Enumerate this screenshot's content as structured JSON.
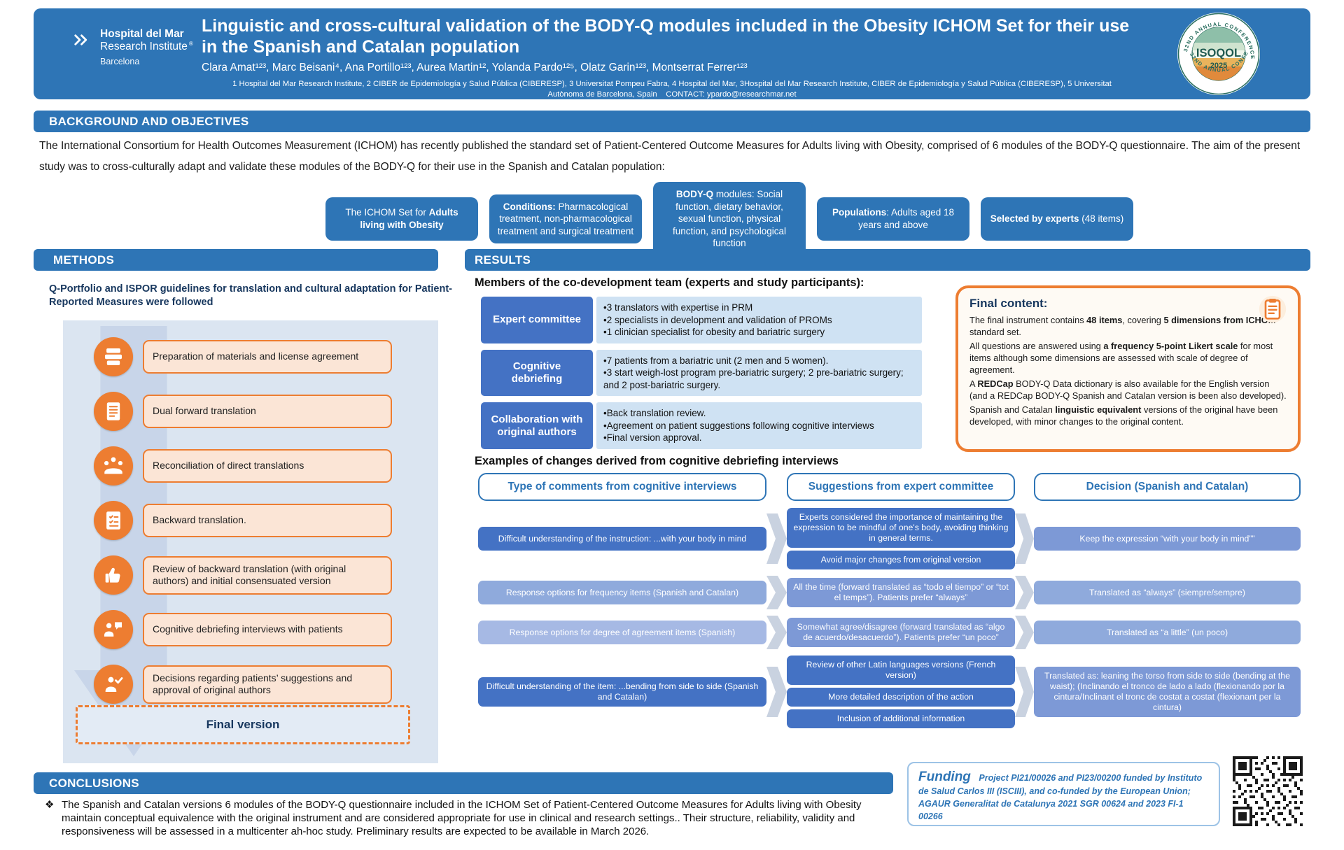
{
  "colors": {
    "main_blue": "#2e75b6",
    "dark_cell": "#4472c4",
    "medium_cell": "#7d99d6",
    "light_cell": "#8faadc",
    "orange": "#ed7d31",
    "panel_blue": "#dbe5f1",
    "step_fill": "#fbe5d6"
  },
  "header": {
    "logo": {
      "line1": "Hospital del Mar",
      "line2": "Research Institute",
      "reg": "®",
      "city": "Barcelona"
    },
    "title": "Linguistic and cross-cultural validation of the BODY-Q modules included in the Obesity ICHOM Set for their use in the Spanish and Catalan population",
    "authors": "Clara Amat¹²³, Marc Beisani⁴, Ana Portillo¹²³, Aurea Martin¹², Yolanda Pardo¹²⁵, Olatz Garin¹²³, Montserrat Ferrer¹²³",
    "affiliations_line1": "1 Hospital del Mar Research Institute, 2 CIBER de Epidemiología y Salud Pública (CIBERESP), 3 Universitat Pompeu Fabra, 4 Hospital del Mar, 3Hospital del Mar Research Institute, CIBER de Epidemiología y Salud Pública (CIBERESP), 5 Universitat",
    "affiliations_line2": "Autònoma de Barcelona, Spain    CONTACT: ypardo@researchmar.net",
    "badge": {
      "arc_top": "32ND ANNUAL CONFERENCE",
      "name": "ISOQOL",
      "year": "2025",
      "arc_bottom": "32ND ANNUAL CONFERENCE"
    }
  },
  "background": {
    "heading": "BACKGROUND AND OBJECTIVES",
    "text": "The International Consortium for Health Outcomes Measurement (ICHOM) has recently published the standard set of Patient-Centered Outcome Measures for Adults living with Obesity, comprised of 6 modules of the BODY-Q questionnaire. The aim of the present study was to cross-culturally adapt and validate these modules of the BODY-Q for their use in the Spanish and Catalan population:",
    "boxes": [
      {
        "pre": "The ICHOM Set for ",
        "bold": "Adults living with Obesity",
        "post": ""
      },
      {
        "pre": "",
        "bold": "Conditions:",
        "post": " Pharmacological treatment, non-pharmacological treatment and surgical treatment"
      },
      {
        "pre": "",
        "bold": "BODY-Q",
        "post": " modules: Social function, dietary behavior, sexual function, physical function, and psychological function"
      },
      {
        "pre": "",
        "bold": "Populations",
        "post": ": Adults aged 18 years and above"
      },
      {
        "pre": "",
        "bold": "Selected by experts",
        "post": " (48 items)"
      }
    ]
  },
  "methods": {
    "heading": "METHODS",
    "intro": "Q-Portfolio and ISPOR guidelines for translation and cultural adaptation for Patient-Reported Measures were followed",
    "steps": [
      {
        "icon": "books-icon",
        "label": "Preparation of materials and license agreement"
      },
      {
        "icon": "document-icon",
        "label": "Dual forward translation"
      },
      {
        "icon": "reconciliation-meeting-icon",
        "label": "Reconciliation of direct translations"
      },
      {
        "icon": "checklist-icon",
        "label": "Backward translation."
      },
      {
        "icon": "review-hand-icon",
        "label": "Review of backward translation (with original authors) and initial consensuated version"
      },
      {
        "icon": "interview-people-icon",
        "label": "Cognitive debriefing interviews with patients"
      },
      {
        "icon": "approval-person-icon",
        "label": "Decisions regarding patients’ suggestions and approval of original authors"
      }
    ],
    "final_label": "Final version"
  },
  "results": {
    "heading": "RESULTS",
    "team_title": "Members of the co-development team (experts and study participants):",
    "team": [
      {
        "label": "Expert committee",
        "items": [
          "3 translators with expertise in PRM",
          "2 specialists in development and validation of PROMs",
          "1 clinician specialist for obesity and bariatric surgery"
        ]
      },
      {
        "label": "Cognitive debriefing",
        "items": [
          "7 patients from a bariatric unit (2 men and 5 women).",
          "3 start weigh-lost program pre-bariatric surgery; 2 pre-bariatric surgery; and 2 post-bariatric surgery."
        ]
      },
      {
        "label": "Collaboration with original authors",
        "items": [
          "Back translation review.",
          "Agreement on patient suggestions following cognitive interviews",
          "Final version approval."
        ]
      }
    ],
    "final_content": {
      "title": "Final content:",
      "paragraphs": [
        [
          {
            "t": "The final instrument contains "
          },
          {
            "t": "48 items",
            "b": true
          },
          {
            "t": ", covering "
          },
          {
            "t": "5 dimensions from ICHOM",
            "b": true
          },
          {
            "t": " standard set."
          }
        ],
        [
          {
            "t": "All questions are answered using "
          },
          {
            "t": "a frequency 5-point Likert scale",
            "b": true
          },
          {
            "t": " for most items although some dimensions are assessed with scale of degree of agreement."
          }
        ],
        [
          {
            "t": "A "
          },
          {
            "t": "REDCap",
            "b": true
          },
          {
            "t": " BODY-Q Data dictionary is also available for the English version (and a REDCap BODY-Q Spanish and Catalan version is been also developed)."
          }
        ],
        [
          {
            "t": "Spanish and Catalan "
          },
          {
            "t": "linguistic equivalent",
            "b": true
          },
          {
            "t": " versions of the original have been developed, with minor changes to the original content."
          }
        ]
      ]
    },
    "examples_title": "Examples of changes derived from cognitive debriefing interviews",
    "columns": [
      "Type of comments from cognitive interviews",
      "Suggestions from expert committee",
      "Decision (Spanish and Catalan)"
    ],
    "rows": [
      {
        "left": "Difficult understanding of the instruction: ...with your body in mind",
        "middle": [
          "Experts considered the importance of maintaining the expression to be mindful of one's body, avoiding thinking in general terms.",
          "Avoid major changes from original version"
        ],
        "right": "Keep the expression “with your body in mind””"
      },
      {
        "left": "Response options for frequency items (Spanish and Catalan)",
        "middle": [
          "All the time (forward translated as “todo el tiempo” or “tot el temps”). Patients prefer “always”"
        ],
        "right": "Translated as “always” (siempre/sempre)"
      },
      {
        "left": "Response options for degree of agreement items (Spanish)",
        "middle": [
          "Somewhat agree/disagree (forward translated as “algo de acuerdo/desacuerdo”). Patients prefer “un poco”"
        ],
        "right": "Translated as “a little” (un poco)"
      },
      {
        "left": "Difficult understanding of the item: ...bending from side to side (Spanish and Catalan)",
        "middle": [
          "Review of other Latin languages versions (French version)",
          "More detailed description of the action",
          "Inclusion of additional information"
        ],
        "right": "Translated as: leaning the torso from side to side (bending at the waist); (Inclinando el tronco de lado a lado (flexionando por la cintura/Inclinant el tronc de costat a costat (flexionant per la cintura)"
      }
    ]
  },
  "conclusions": {
    "heading": "CONCLUSIONS",
    "bullet": "❖",
    "text": "The Spanish and Catalan versions 6 modules of the BODY-Q questionnaire included in the ICHOM Set of Patient-Centered Outcome Measures for Adults living with Obesity maintain conceptual equivalence with the original instrument and are considered appropriate for use in clinical and research settings.. Their structure, reliability, validity and responsiveness will be assessed in a multicenter ah-hoc study. Preliminary results are expected to be available in March 2026."
  },
  "funding": {
    "label": "Funding",
    "text": "Project PI21/00026 and PI23/00200 funded by Instituto de Salud Carlos III (ISCIII), and co-funded by the European Union; AGAUR Generalitat de Catalunya 2021 SGR 00624 and 2023 FI-1 00266"
  }
}
